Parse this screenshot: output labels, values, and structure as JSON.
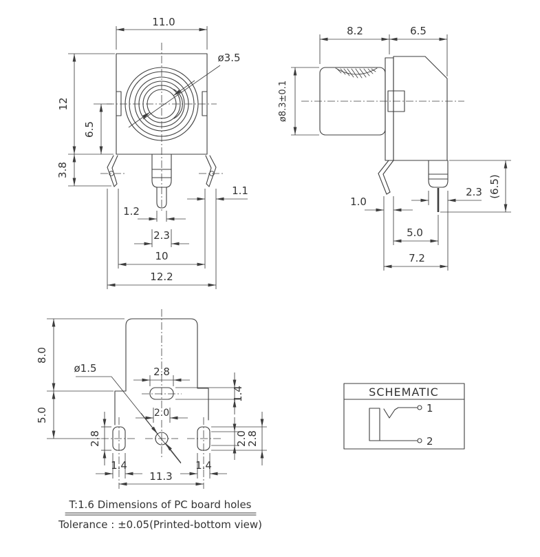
{
  "front": {
    "w_top": "11.0",
    "dia": "ø3.5",
    "h": "12",
    "c_off": "6.5",
    "lug_h": "3.8",
    "pin_in": "1.2",
    "lug_w": "1.1",
    "pin_out": "2.3",
    "span": "10",
    "w_all": "12.2"
  },
  "side": {
    "l_barrel": "8.2",
    "l_body": "6.5",
    "dia": "ø8.3±0.1",
    "lug_w": "1.0",
    "pin_d": "2.3",
    "drop": "(6.5)",
    "pin_x": "5.0",
    "depth": "7.2"
  },
  "bottom": {
    "h_body": "8.0",
    "h_pins": "5.0",
    "hole": "ø1.5",
    "slot_w": "2.8",
    "slot_h": "1.4",
    "c_off": "2.0",
    "l_slot_h": "2.8",
    "l_slot_w": "1.4",
    "r_slot_w": "1.4",
    "pitch": "11.3",
    "r_hole_h": "2.0",
    "r_slot_h": "2.8"
  },
  "schematic": {
    "title": "SCHEMATIC",
    "pin1": "1",
    "pin2": "2"
  },
  "notes": {
    "line1": "T:1.6 Dimensions of PC board holes",
    "line2": "Tolerance : ±0.05(Printed-bottom view)"
  }
}
